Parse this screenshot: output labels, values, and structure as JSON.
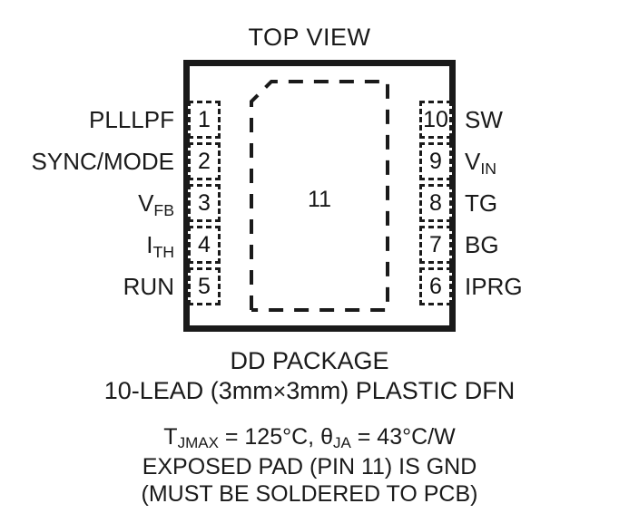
{
  "diagram": {
    "title": "TOP VIEW",
    "package_outline": {
      "name": "package-body",
      "shape": "rectangle"
    },
    "exposed_pad": {
      "number": "11",
      "chamfer_corner": "top-left"
    },
    "pins_left": [
      {
        "number": "1",
        "label": "PLLLPF",
        "sub": ""
      },
      {
        "number": "2",
        "label": "SYNC/MODE",
        "sub": ""
      },
      {
        "number": "3",
        "label": "V",
        "sub": "FB"
      },
      {
        "number": "4",
        "label": "I",
        "sub": "TH"
      },
      {
        "number": "5",
        "label": "RUN",
        "sub": ""
      }
    ],
    "pins_right": [
      {
        "number": "10",
        "label": "SW",
        "sub": ""
      },
      {
        "number": "9",
        "label": "V",
        "sub": "IN"
      },
      {
        "number": "8",
        "label": "TG",
        "sub": ""
      },
      {
        "number": "7",
        "label": "BG",
        "sub": ""
      },
      {
        "number": "6",
        "label": "IPRG",
        "sub": ""
      }
    ],
    "caption": {
      "package_name": "DD PACKAGE",
      "lead_spec_prefix": "10-LEAD (3mm",
      "lead_spec_times": "×",
      "lead_spec_suffix": "3mm) PLASTIC DFN",
      "thermal_t_symbol": "T",
      "thermal_t_sub": "JMAX",
      "thermal_t_value": " = 125°C, ",
      "thermal_theta_symbol": "θ",
      "thermal_theta_sub": "JA",
      "thermal_theta_value": " = 43°C/W",
      "exposed_pad_note": "EXPOSED PAD (PIN 11) IS GND",
      "solder_note": "(MUST BE SOLDERED TO PCB)"
    },
    "colors": {
      "ink": "#1a1a1a",
      "background": "#ffffff"
    }
  }
}
